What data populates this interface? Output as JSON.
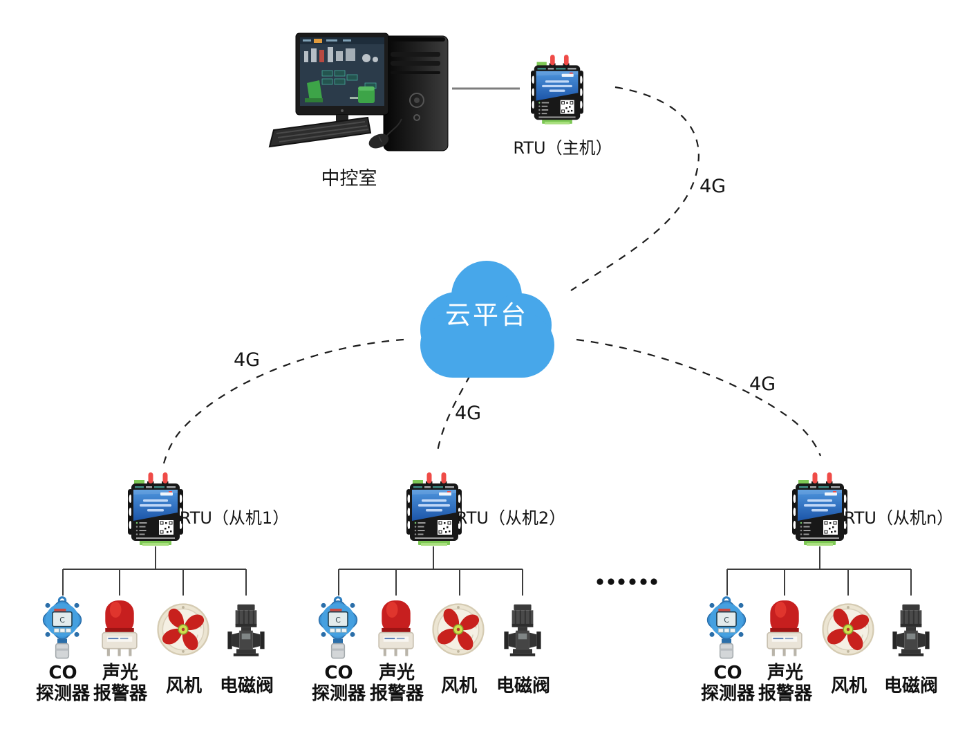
{
  "control_room": {
    "label": "中控室"
  },
  "rtu_master": {
    "label": "RTU（主机）"
  },
  "cloud": {
    "label": "云平台",
    "color": "#47a7ea"
  },
  "links": {
    "master_cloud_label": "4G",
    "cloud_slave1_label": "4G",
    "cloud_slave2_label": "4G",
    "cloud_slaven_label": "4G"
  },
  "ellipsis": "······",
  "groups": [
    {
      "rtu_label": "RTU（从机1）",
      "devices": [
        {
          "label": "CO\n探测器"
        },
        {
          "label": "声光\n报警器"
        },
        {
          "label": "风机"
        },
        {
          "label": "电磁阀"
        }
      ]
    },
    {
      "rtu_label": "RTU（从机2）",
      "devices": [
        {
          "label": "CO\n探测器"
        },
        {
          "label": "声光\n报警器"
        },
        {
          "label": "风机"
        },
        {
          "label": "电磁阀"
        }
      ]
    },
    {
      "rtu_label": "RTU（从机n）",
      "devices": [
        {
          "label": "CO\n探测器"
        },
        {
          "label": "声光\n报警器"
        },
        {
          "label": "风机"
        },
        {
          "label": "电磁阀"
        }
      ]
    }
  ]
}
